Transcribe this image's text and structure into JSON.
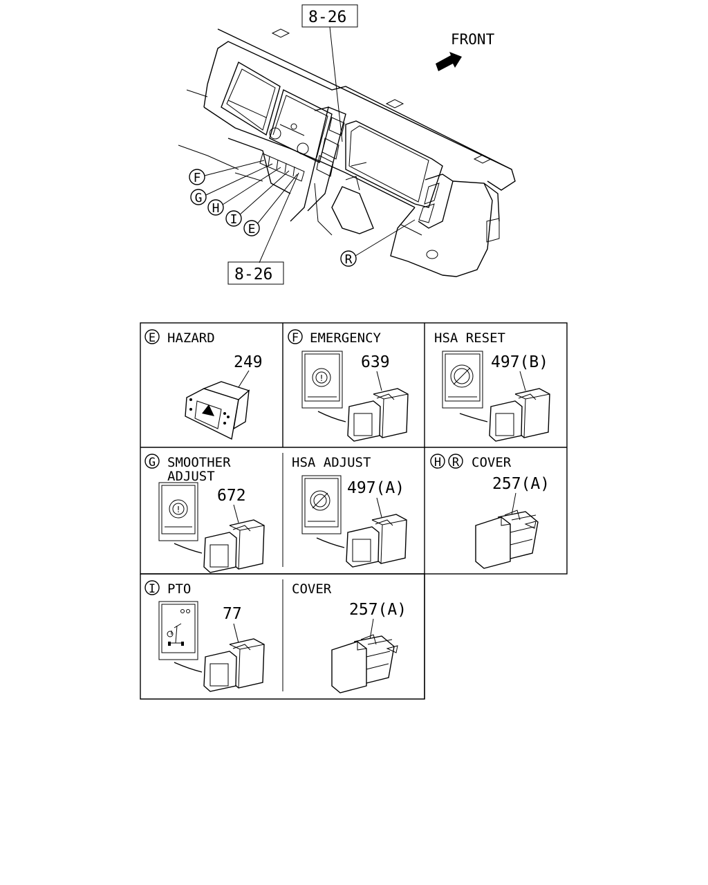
{
  "top_view": {
    "front_label": "FRONT",
    "ref_top": "8-26",
    "ref_bottom": "8-26",
    "callouts": [
      "F",
      "G",
      "H",
      "I",
      "E",
      "R"
    ]
  },
  "cells": [
    {
      "id": "hazard",
      "markers": [
        "E"
      ],
      "title": "HAZARD",
      "part": "249"
    },
    {
      "id": "emergency",
      "markers": [
        "F"
      ],
      "title": "EMERGENCY",
      "part": "639"
    },
    {
      "id": "hsa-reset",
      "markers": [],
      "title": "HSA RESET",
      "part": "497(B)"
    },
    {
      "id": "smoother-adjust",
      "markers": [
        "G"
      ],
      "title": "SMOOTHER",
      "title2": "ADJUST",
      "part": "672"
    },
    {
      "id": "hsa-adjust",
      "markers": [],
      "title": "HSA ADJUST",
      "part": "497(A)"
    },
    {
      "id": "cover-hr",
      "markers": [
        "H",
        "R"
      ],
      "title": "COVER",
      "part": "257(A)"
    },
    {
      "id": "pto",
      "markers": [
        "I"
      ],
      "title": "PTO",
      "part": "77"
    },
    {
      "id": "cover",
      "markers": [],
      "title": "COVER",
      "part": "257(A)"
    }
  ]
}
